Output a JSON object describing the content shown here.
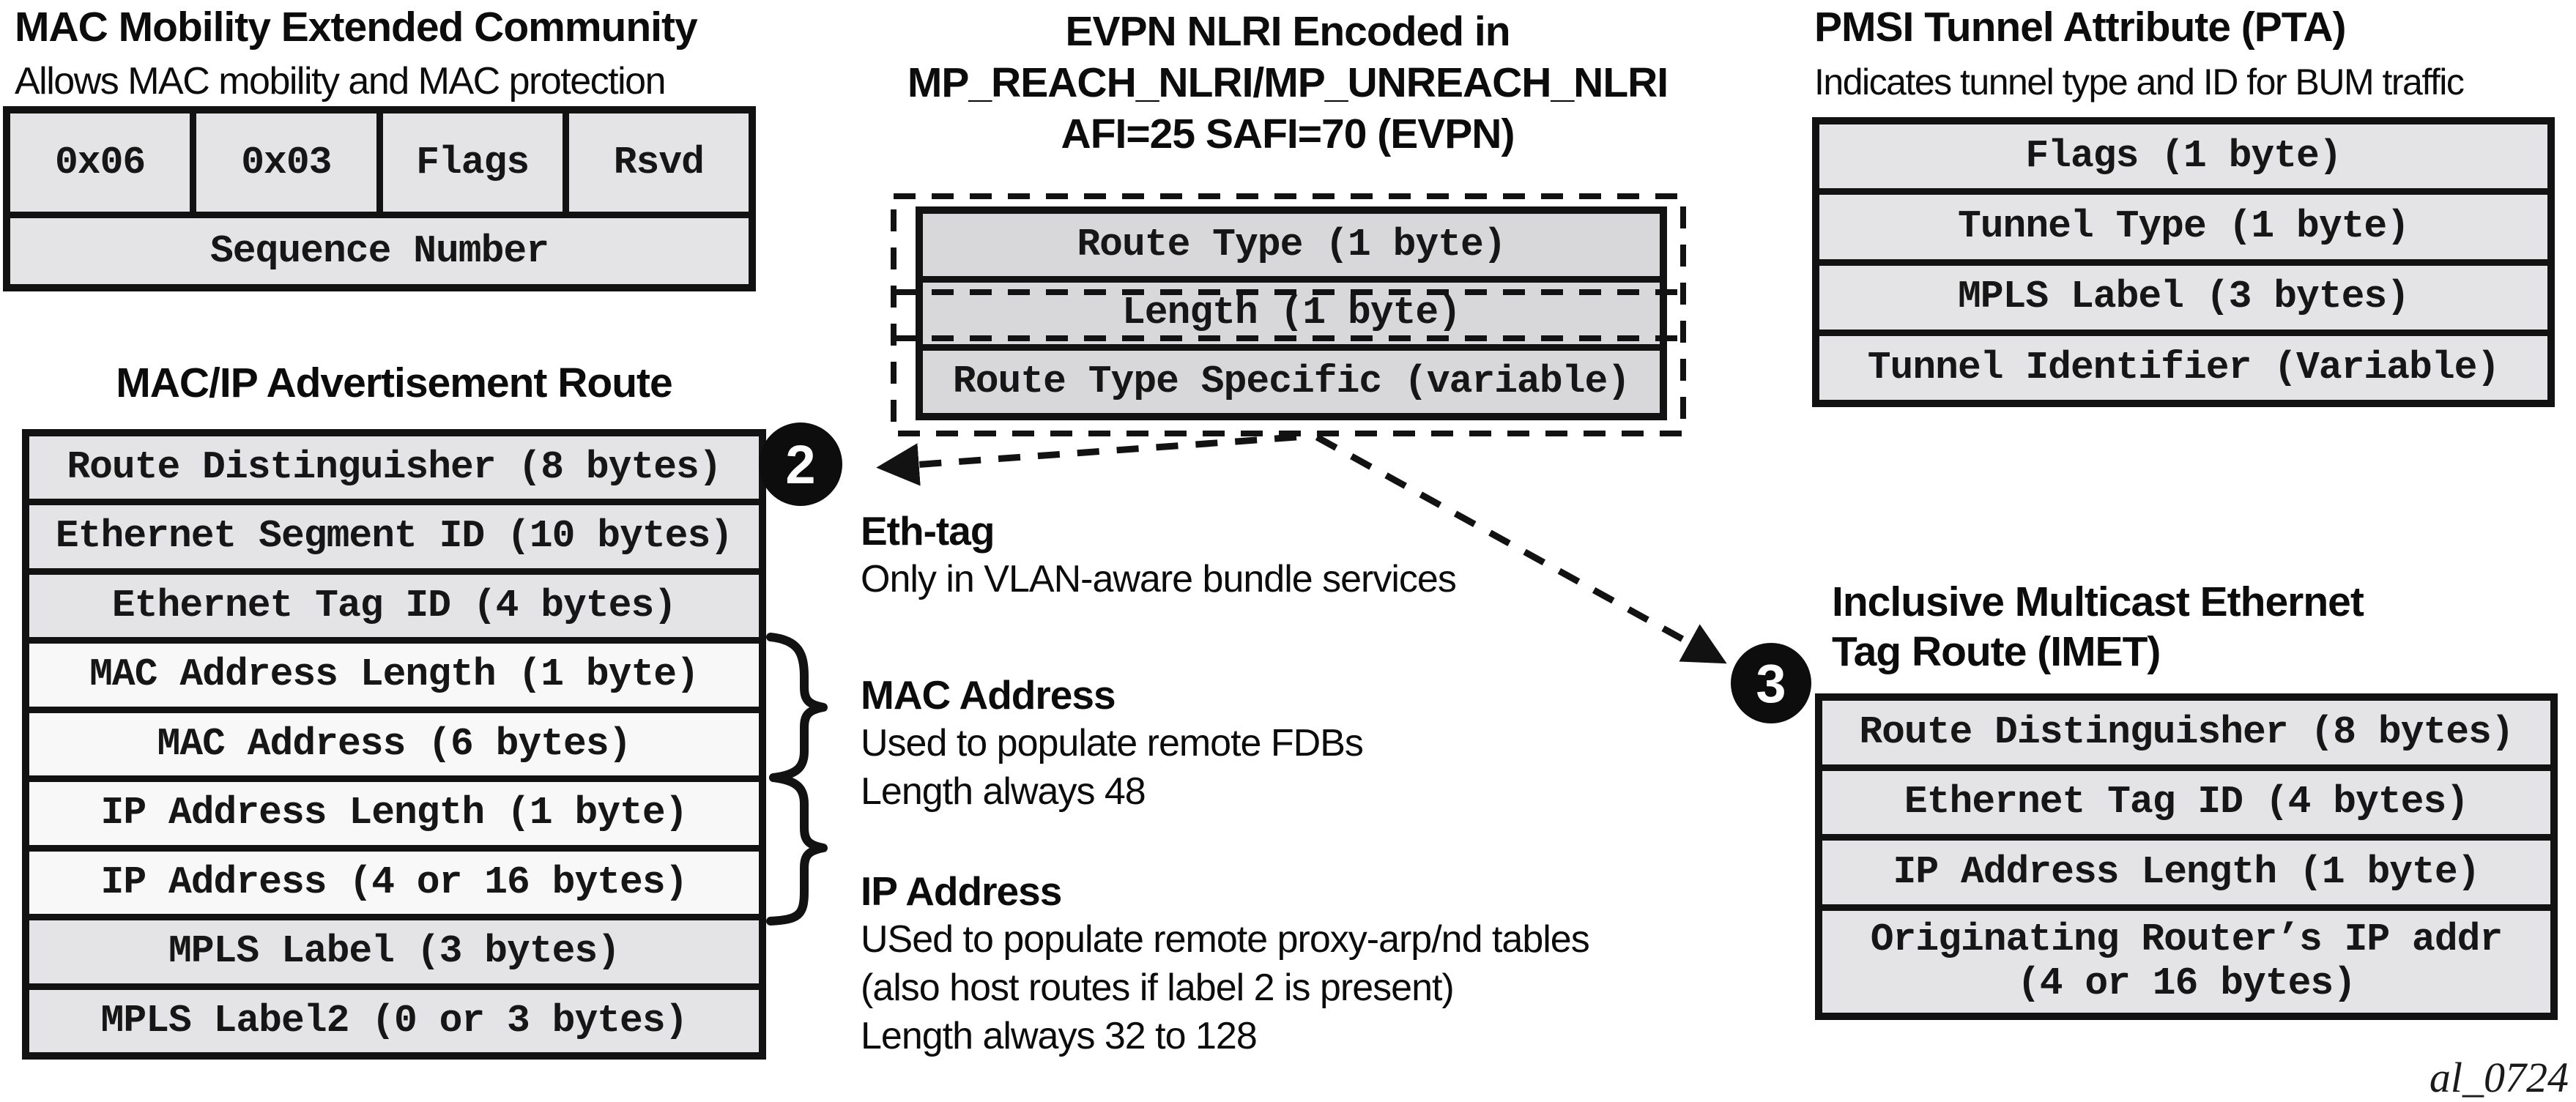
{
  "figure_id": "al_0724",
  "colors": {
    "ink": "#121212",
    "cell_gray": "#e4e4e6",
    "cell_light": "#f8f8f8",
    "nlri_gray": "#d8d8da",
    "badge_bg": "#0d0d0d",
    "badge_text": "#ffffff"
  },
  "mac_mobility": {
    "title": "MAC Mobility Extended Community",
    "subtitle": "Allows MAC mobility and MAC protection",
    "cells": [
      "0x06",
      "0x03",
      "Flags",
      "Rsvd"
    ],
    "span_row": "Sequence Number"
  },
  "mac_ip_route": {
    "title": "MAC/IP Advertisement Route",
    "badge": "2",
    "rows": [
      "Route Distinguisher (8 bytes)",
      "Ethernet Segment ID (10 bytes)",
      "Ethernet Tag ID (4 bytes)",
      "MAC Address Length (1 byte)",
      "MAC Address (6 bytes)",
      "IP Address Length (1 byte)",
      "IP Address (4 or 16 bytes)",
      "MPLS Label (3 bytes)",
      "MPLS Label2 (0 or 3 bytes)"
    ]
  },
  "evpn_nlri": {
    "title_lines": [
      "EVPN NLRI Encoded in",
      "MP_REACH_NLRI/MP_UNREACH_NLRI",
      "AFI=25 SAFI=70 (EVPN)"
    ],
    "rows": [
      "Route Type (1 byte)",
      "Length (1 byte)",
      "Route Type Specific (variable)"
    ]
  },
  "pmsi": {
    "title": "PMSI Tunnel Attribute (PTA)",
    "subtitle": "Indicates tunnel type and ID for BUM traffic",
    "rows": [
      "Flags (1 byte)",
      "Tunnel Type (1 byte)",
      "MPLS Label (3 bytes)",
      "Tunnel Identifier (Variable)"
    ]
  },
  "imet": {
    "title_lines": [
      "Inclusive Multicast Ethernet",
      "Tag Route (IMET)"
    ],
    "badge": "3",
    "rows": [
      "Route Distinguisher (8 bytes)",
      "Ethernet Tag ID (4 bytes)",
      "IP Address Length (1 byte)",
      "Originating Router’s IP addr\n(4 or 16 bytes)"
    ]
  },
  "notes": {
    "eth_tag": {
      "heading": "Eth-tag",
      "lines": [
        "Only in VLAN-aware bundle services"
      ]
    },
    "mac_address": {
      "heading": "MAC Address",
      "lines": [
        "Used to populate remote FDBs",
        "Length always 48"
      ]
    },
    "ip_address": {
      "heading": "IP Address",
      "lines": [
        "USed to populate remote proxy-arp/nd tables",
        "(also host routes if label 2 is present)",
        "Length always 32 to 128"
      ]
    }
  }
}
